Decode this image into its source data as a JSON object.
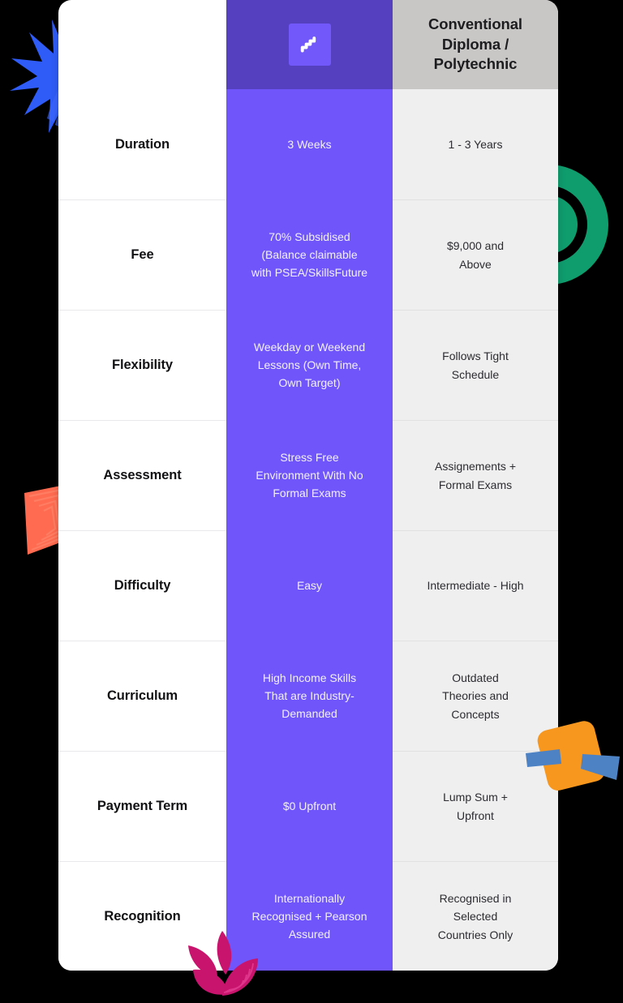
{
  "header": {
    "brand_icon": "staircase-logo-icon",
    "brand_column_label": "",
    "comparison_title": "Conventional Diploma / Polytechnic",
    "comparison_title_lines": [
      "Conventional",
      "Diploma /",
      "Polytechnic"
    ]
  },
  "colors": {
    "background": "#000000",
    "card": "#ffffff",
    "header_purple": "#5541C0",
    "brand_logo_purple": "#7257FB",
    "column_purple": "#7055FA",
    "header_gray": "#C9C6C6",
    "column_gray": "#EFEFEF",
    "label_text": "#111114",
    "purple_cell_text": "#f2f0ff",
    "gray_cell_text": "#2c2c31",
    "deco_blue_starburst": "#2F5CF7",
    "deco_green_rings": "#0F9D6E",
    "deco_coral": "#FF6B50",
    "deco_orange": "#F7971D",
    "deco_blue_band": "#4D82C4",
    "deco_pink_lotus": "#C9146E"
  },
  "rows": [
    {
      "label": "Duration",
      "ours": "3 Weeks",
      "ours_lines": [
        "3 Weeks"
      ],
      "theirs": "1 - 3 Years",
      "theirs_lines": [
        "1 - 3 Years"
      ]
    },
    {
      "label": "Fee",
      "ours": "70% Subsidised (Balance claimable with PSEA/SkillsFuture",
      "ours_lines": [
        "70% Subsidised",
        "(Balance claimable",
        "with PSEA/SkillsFuture"
      ],
      "theirs": "$9,000 and Above",
      "theirs_lines": [
        "$9,000 and",
        "Above"
      ]
    },
    {
      "label": "Flexibility",
      "ours": "Weekday or Weekend Lessons (Own Time, Own Target)",
      "ours_lines": [
        "Weekday or Weekend",
        "Lessons (Own Time,",
        "Own Target)"
      ],
      "theirs": "Follows Tight Schedule",
      "theirs_lines": [
        "Follows Tight",
        "Schedule"
      ]
    },
    {
      "label": "Assessment",
      "ours": "Stress Free Environment With No Formal Exams",
      "ours_lines": [
        "Stress Free",
        "Environment With No",
        "Formal Exams"
      ],
      "theirs": "Assignements + Formal Exams",
      "theirs_lines": [
        "Assignements +",
        "Formal Exams"
      ]
    },
    {
      "label": "Difficulty",
      "ours": "Easy",
      "ours_lines": [
        "Easy"
      ],
      "theirs": "Intermediate - High",
      "theirs_lines": [
        "Intermediate - High"
      ]
    },
    {
      "label": "Curriculum",
      "ours": "High Income Skills That are Industry-Demanded",
      "ours_lines": [
        "High Income Skills",
        "That are Industry-",
        "Demanded"
      ],
      "theirs": "Outdated Theories and Concepts",
      "theirs_lines": [
        "Outdated",
        "Theories and",
        "Concepts"
      ]
    },
    {
      "label": "Payment Term",
      "ours": "$0 Upfront",
      "ours_lines": [
        "$0 Upfront"
      ],
      "theirs": "Lump Sum + Upfront",
      "theirs_lines": [
        "Lump Sum +",
        "Upfront"
      ]
    },
    {
      "label": "Recognition",
      "ours": "Internationally Recognised + Pearson Assured",
      "ours_lines": [
        "Internationally",
        "Recognised + Pearson",
        "Assured"
      ],
      "theirs": "Recognised in Selected Countries Only",
      "theirs_lines": [
        "Recognised in",
        "Selected",
        "Countries Only"
      ]
    }
  ],
  "decorations": [
    {
      "name": "blue-starburst-shape",
      "color": "#2F5CF7"
    },
    {
      "name": "green-concentric-rings-shape",
      "color": "#0F9D6E"
    },
    {
      "name": "coral-quadrilateral-shape",
      "color": "#FF6B50"
    },
    {
      "name": "orange-square-blue-band-shape",
      "color": "#F7971D"
    },
    {
      "name": "pink-lotus-shape",
      "color": "#C9146E"
    }
  ]
}
